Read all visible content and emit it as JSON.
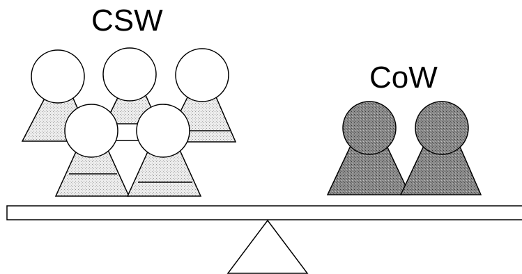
{
  "left_group": {
    "label": "CSW",
    "count": 5,
    "fill": "#ffffff",
    "body_texture": "#d8d8d8"
  },
  "right_group": {
    "label": "CoW",
    "count": 2,
    "fill": "#7a7a7a"
  },
  "colors": {
    "outline": "#000000",
    "background": "#ffffff",
    "beam": "#ffffff"
  }
}
